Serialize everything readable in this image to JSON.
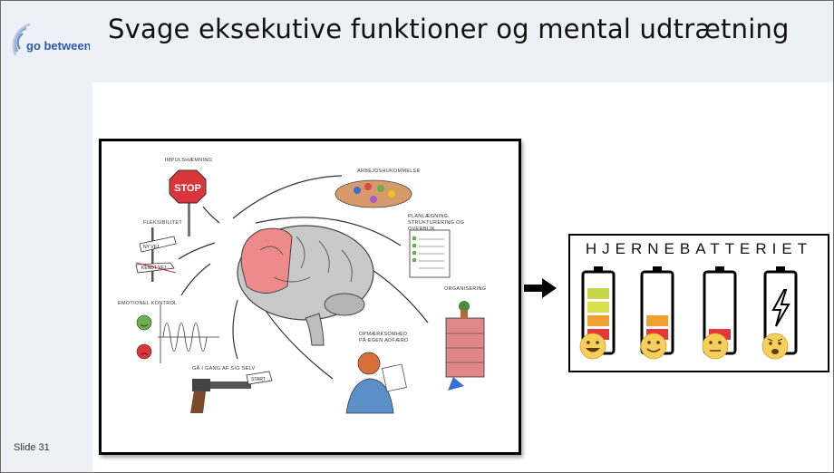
{
  "slide": {
    "title": "Svage eksekutive funktioner og mental udtrætning",
    "number_label": "Slide 31"
  },
  "logo": {
    "text": "go between"
  },
  "illustration": {
    "labels": {
      "impulse": "Impulshæmning",
      "stop": "STOP",
      "flexibility": "Fleksibilitet",
      "new_way": "NY VEJ",
      "familiar_way": "KENDT VEJ",
      "emotional": "Emotionel kontrol",
      "start_self": "Gå i gang af sig selv",
      "start": "START",
      "memory": "Arbejdshukommelse",
      "planning": "Planlægning, strukturering og overblik",
      "organizing": "Organisering",
      "attention": "Opmærksomhed på egen adfærd"
    }
  },
  "battery": {
    "title": "HJERNEBATTERIET",
    "levels": [
      {
        "level": 1.0,
        "face": "grin-face-icon"
      },
      {
        "level": 0.5,
        "face": "smile-face-icon"
      },
      {
        "level": 0.17,
        "face": "neutral-face-icon"
      },
      {
        "level": 0.0,
        "face": "worried-face-icon"
      }
    ],
    "colors": {
      "green": "#c5d64a",
      "yellow_green": "#d9e04a",
      "orange": "#f0a030",
      "red": "#e8363a",
      "face": "#f5cf5a"
    }
  }
}
